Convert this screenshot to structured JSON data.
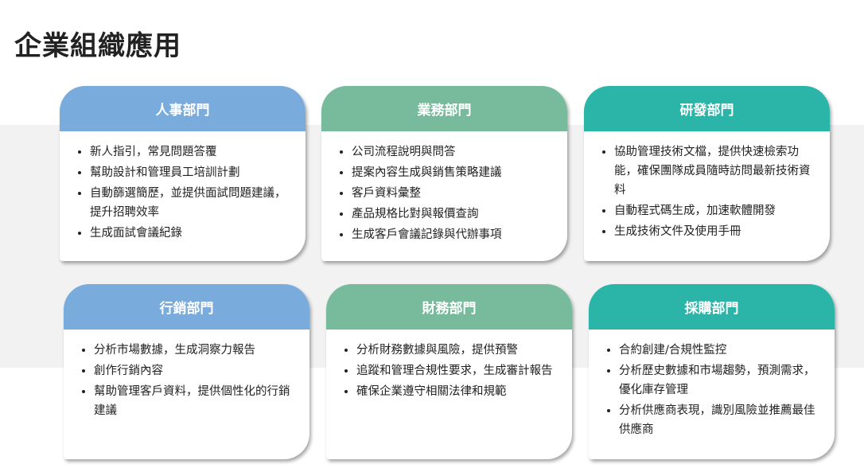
{
  "title": "企業組織應用",
  "colors": {
    "blue": "#7aabdd",
    "green": "#77bb9c",
    "teal": "#2bb5a8"
  },
  "cards": [
    {
      "title": "人事部門",
      "items": [
        "新人指引，常見問題答覆",
        "幫助設計和管理員工培訓計劃",
        "自動篩選簡歷，並提供面試問題建議，提升招聘效率",
        "生成面試會議紀錄"
      ]
    },
    {
      "title": "業務部門",
      "items": [
        "公司流程說明與問答",
        "提案內容生成與銷售策略建議",
        "客戶資料彙整",
        "產品規格比對與報價查詢",
        "生成客戶會議記錄與代辦事項"
      ]
    },
    {
      "title": "研發部門",
      "items": [
        "協助管理技術文檔，提供快速檢索功能，確保團隊成員隨時訪問最新技術資料",
        "自動程式碼生成，加速軟體開發",
        "生成技術文件及使用手冊"
      ]
    },
    {
      "title": "行銷部門",
      "items": [
        "分析市場數據，生成洞察力報告",
        "創作行銷內容",
        "幫助管理客戶資料，提供個性化的行銷建議"
      ]
    },
    {
      "title": "財務部門",
      "items": [
        "分析財務數據與風險，提供預警",
        "追蹤和管理合規性要求，生成審計報告",
        "確保企業遵守相關法律和規範"
      ]
    },
    {
      "title": "採購部門",
      "items": [
        "合約創建/合規性監控",
        "分析歷史數據和市場趨勢，預測需求，優化庫存管理",
        "分析供應商表現，識別風險並推薦最佳供應商"
      ]
    }
  ]
}
